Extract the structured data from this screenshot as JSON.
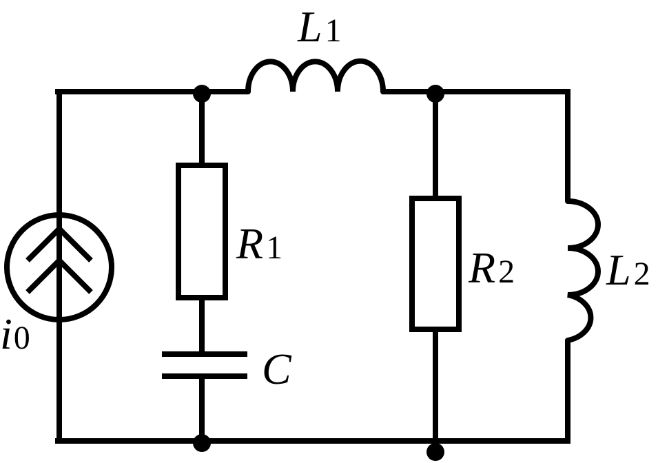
{
  "labels": {
    "L1": {
      "main": "L",
      "sub": "1"
    },
    "L2": {
      "main": "L",
      "sub": "2"
    },
    "R1": {
      "main": "R",
      "sub": "1"
    },
    "R2": {
      "main": "R",
      "sub": "2"
    },
    "C": {
      "main": "C"
    },
    "i0": {
      "main": "i",
      "sub": "0"
    }
  }
}
